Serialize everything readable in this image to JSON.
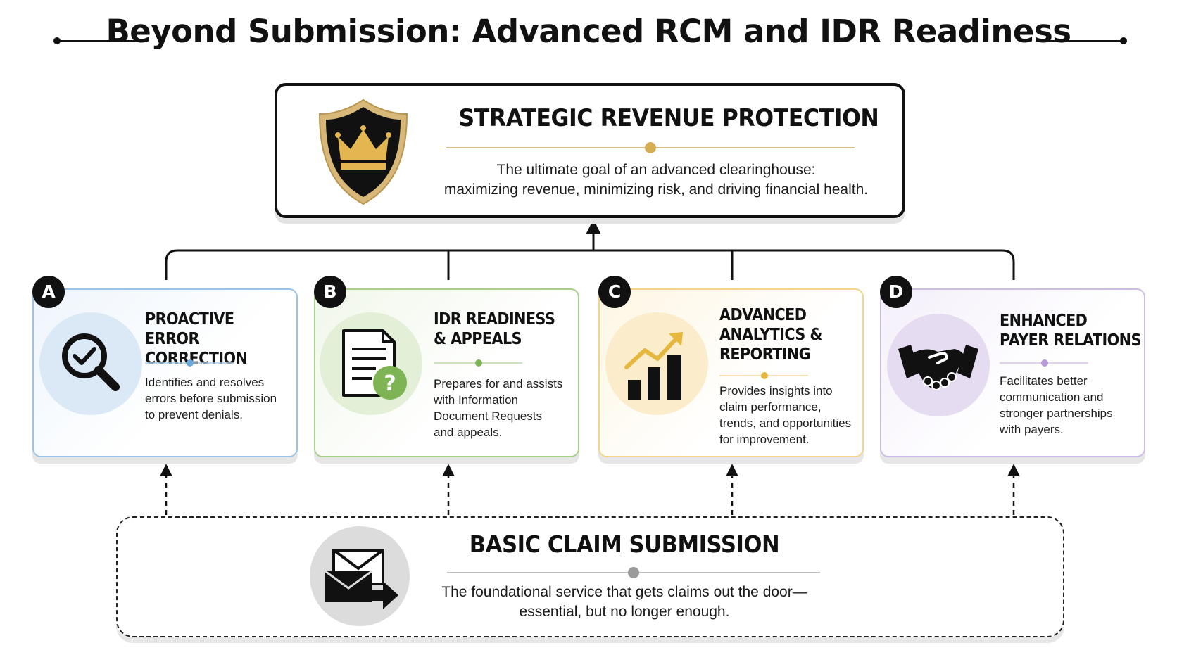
{
  "title": "Beyond Submission: Advanced RCM and IDR Readiness",
  "top": {
    "title": "STRATEGIC REVENUE PROTECTION",
    "desc_line1": "The ultimate goal of an advanced clearinghouse:",
    "desc_line2": "maximizing revenue, minimizing risk, and driving financial health.",
    "icon": "shield-crown-icon"
  },
  "cards": [
    {
      "letter": "A",
      "title_line1": "PROACTIVE",
      "title_line2": "ERROR CORRECTION",
      "desc": [
        "Identifies and resolves",
        "errors before submission",
        "to prevent denials."
      ],
      "icon": "magnifier-check-icon",
      "accent": "#8fb9de"
    },
    {
      "letter": "B",
      "title_line1": "IDR READINESS",
      "title_line2": "& APPEALS",
      "desc": [
        "Prepares for and assists",
        "with Information",
        "Document Requests",
        "and appeals."
      ],
      "icon": "document-question-icon",
      "accent": "#9fc77f"
    },
    {
      "letter": "C",
      "title_line1": "ADVANCED",
      "title_line2": "ANALYTICS &",
      "title_line3": "REPORTING",
      "desc": [
        "Provides insights into",
        "claim performance,",
        "trends, and opportunities",
        "for improvement."
      ],
      "icon": "growth-chart-icon",
      "accent": "#f0cf7a"
    },
    {
      "letter": "D",
      "title_line1": "ENHANCED",
      "title_line2": "PAYER RELATIONS",
      "desc": [
        "Facilitates better",
        "communication and",
        "stronger partnerships",
        "with payers."
      ],
      "icon": "handshake-icon",
      "accent": "#c3b0dc"
    }
  ],
  "bottom": {
    "title": "BASIC CLAIM SUBMISSION",
    "desc_line1": "The foundational service that gets claims out the door—",
    "desc_line2": "essential, but no longer enough.",
    "icon": "envelope-send-icon"
  },
  "colors": {
    "gold": "#d4ad55",
    "blue": "#6aa9dc",
    "green": "#7fb454",
    "yellow": "#e6b73e",
    "purple": "#b79ad8",
    "gray": "#9a9a9a"
  }
}
